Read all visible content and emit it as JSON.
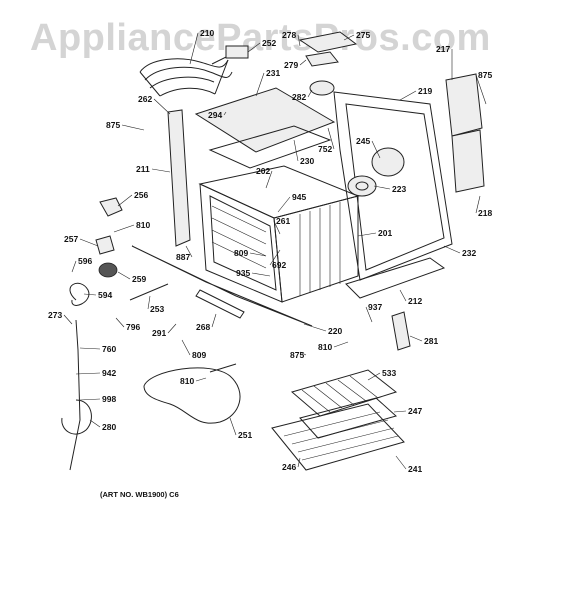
{
  "watermark": "AppliancePartsPros.com",
  "art_number": "(ART NO. WB1900) C6",
  "callouts": [
    {
      "id": "c210",
      "label": "210"
    },
    {
      "id": "c252",
      "label": "252"
    },
    {
      "id": "c278",
      "label": "278"
    },
    {
      "id": "c275",
      "label": "275"
    },
    {
      "id": "c217",
      "label": "217"
    },
    {
      "id": "c875a",
      "label": "875"
    },
    {
      "id": "c279",
      "label": "279"
    },
    {
      "id": "c231",
      "label": "231"
    },
    {
      "id": "c219",
      "label": "219"
    },
    {
      "id": "c262",
      "label": "262"
    },
    {
      "id": "c282",
      "label": "282"
    },
    {
      "id": "c294",
      "label": "294"
    },
    {
      "id": "c875b",
      "label": "875"
    },
    {
      "id": "c752",
      "label": "752"
    },
    {
      "id": "c230",
      "label": "230"
    },
    {
      "id": "c245",
      "label": "245"
    },
    {
      "id": "c211",
      "label": "211"
    },
    {
      "id": "c202",
      "label": "202"
    },
    {
      "id": "c223",
      "label": "223"
    },
    {
      "id": "c218",
      "label": "218"
    },
    {
      "id": "c256",
      "label": "256"
    },
    {
      "id": "c945",
      "label": "945"
    },
    {
      "id": "c810a",
      "label": "810"
    },
    {
      "id": "c261",
      "label": "261"
    },
    {
      "id": "c201",
      "label": "201"
    },
    {
      "id": "c257",
      "label": "257"
    },
    {
      "id": "c887",
      "label": "887"
    },
    {
      "id": "c809a",
      "label": "809"
    },
    {
      "id": "c692",
      "label": "692"
    },
    {
      "id": "c232",
      "label": "232"
    },
    {
      "id": "c596",
      "label": "596"
    },
    {
      "id": "c935",
      "label": "935"
    },
    {
      "id": "c259",
      "label": "259"
    },
    {
      "id": "c212",
      "label": "212"
    },
    {
      "id": "c594",
      "label": "594"
    },
    {
      "id": "c253",
      "label": "253"
    },
    {
      "id": "c937",
      "label": "937"
    },
    {
      "id": "c273",
      "label": "273"
    },
    {
      "id": "c796",
      "label": "796"
    },
    {
      "id": "c291",
      "label": "291"
    },
    {
      "id": "c268",
      "label": "268"
    },
    {
      "id": "c220",
      "label": "220"
    },
    {
      "id": "c281",
      "label": "281"
    },
    {
      "id": "c810b",
      "label": "810"
    },
    {
      "id": "c760",
      "label": "760"
    },
    {
      "id": "c809b",
      "label": "809"
    },
    {
      "id": "c875c",
      "label": "875"
    },
    {
      "id": "c942",
      "label": "942"
    },
    {
      "id": "c810c",
      "label": "810"
    },
    {
      "id": "c533",
      "label": "533"
    },
    {
      "id": "c998",
      "label": "998"
    },
    {
      "id": "c247",
      "label": "247"
    },
    {
      "id": "c280",
      "label": "280"
    },
    {
      "id": "c251",
      "label": "251"
    },
    {
      "id": "c246",
      "label": "246"
    },
    {
      "id": "c241",
      "label": "241"
    }
  ]
}
